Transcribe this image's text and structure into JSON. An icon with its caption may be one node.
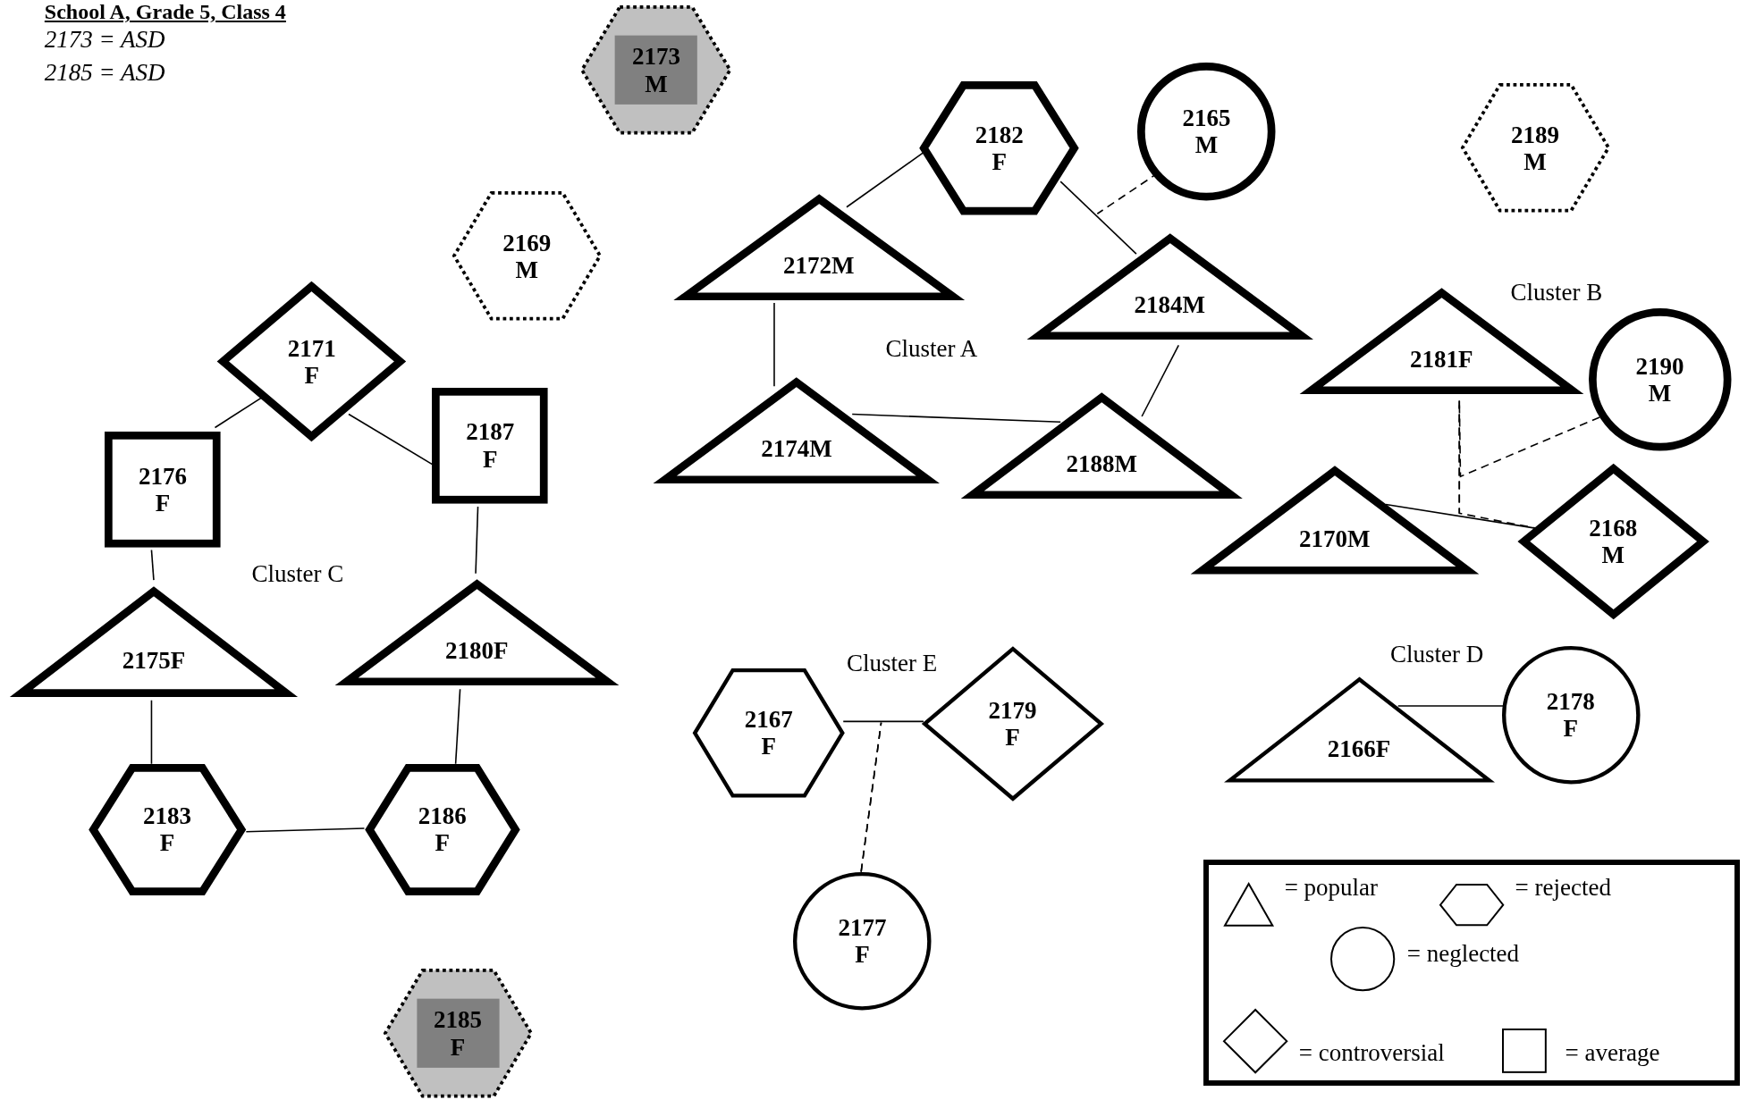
{
  "diagram": {
    "title": "School A, Grade 5, Class 4",
    "nodes": [
      {
        "text": [
          "2173 M"
        ]
      },
      {
        "text": [
          "2182 F"
        ]
      },
      {
        "text": [
          "2165 M"
        ]
      },
      {
        "text": [
          "2189 M"
        ]
      },
      {
        "text": [
          "2169 M"
        ]
      },
      {
        "text": [
          "2172M"
        ]
      },
      {
        "text": [
          "2184M"
        ]
      },
      {
        "text": [
          "2181F"
        ]
      },
      {
        "text": [
          "2190 M"
        ]
      },
      {
        "text": [
          "2171 F"
        ]
      },
      {
        "text": [
          "2174M"
        ]
      },
      {
        "text": [
          "2188M"
        ]
      },
      {
        "text": [
          "2187 F"
        ]
      },
      {
        "text": [
          "2176 F"
        ]
      },
      {
        "text": [
          "2170M"
        ]
      },
      {
        "text": [
          "2168 M"
        ]
      },
      {
        "text": [
          "2175F"
        ]
      },
      {
        "text": [
          "2180F"
        ]
      },
      {
        "text": [
          "2167 F"
        ]
      },
      {
        "text": [
          "2179 F"
        ]
      },
      {
        "text": [
          "2166F"
        ]
      },
      {
        "text": [
          "2178 F"
        ]
      },
      {
        "text": [
          "2183 F"
        ]
      },
      {
        "text": [
          "2186 F"
        ]
      },
      {
        "text": [
          "2177 F"
        ]
      },
      {
        "text": [
          "2185 F"
        ]
      }
    ],
    "edges": [
      {
        "from": 1,
        "to": 5,
        "arrow": "none"
      },
      {
        "from": 1,
        "to": 6,
        "arrow": "none"
      },
      {
        "from": 2,
        "to": 1,
        "arrow": "none",
        "style": "dashed"
      },
      {
        "from": 5,
        "to": 10,
        "arrow": "none"
      },
      {
        "from": 10,
        "to": 11,
        "arrow": "none"
      },
      {
        "from": 6,
        "to": 11,
        "arrow": "none"
      },
      {
        "from": 9,
        "to": 13,
        "arrow": "none"
      },
      {
        "from": 9,
        "to": 12,
        "arrow": "none"
      },
      {
        "from": 13,
        "to": 16,
        "arrow": "none"
      },
      {
        "from": 12,
        "to": 17,
        "arrow": "none"
      },
      {
        "from": 16,
        "to": 22,
        "arrow": "none"
      },
      {
        "from": 17,
        "to": 23,
        "arrow": "none"
      },
      {
        "from": 22,
        "to": 23,
        "arrow": "none"
      },
      {
        "from": 14,
        "to": 15,
        "arrow": "none"
      },
      {
        "from": 7,
        "to": 14,
        "arrow": "none",
        "style": "dashed"
      },
      {
        "from": 7,
        "to": 15,
        "arrow": "none",
        "style": "dashed"
      },
      {
        "from": 8,
        "to": 7,
        "arrow": "none",
        "style": "dashed"
      },
      {
        "from": 18,
        "to": 19,
        "arrow": "none"
      },
      {
        "from": 24,
        "to": 18,
        "arrow": "none",
        "style": "dashed"
      },
      {
        "from": 24,
        "to": 19,
        "arrow": "none",
        "style": "dashed"
      },
      {
        "from": 20,
        "to": 21,
        "arrow": "none"
      }
    ],
    "labels": [
      "2173 = ASD",
      "2185 = ASD",
      "Cluster B",
      "Cluster A",
      "Cluster C",
      "Cluster D",
      "Cluster E"
    ],
    "legend": [
      {
        "text": "= popular"
      },
      {
        "text": "= rejected"
      },
      {
        "text": "= neglected"
      },
      {
        "text": "= controversial"
      },
      {
        "text": "= average"
      }
    ]
  }
}
